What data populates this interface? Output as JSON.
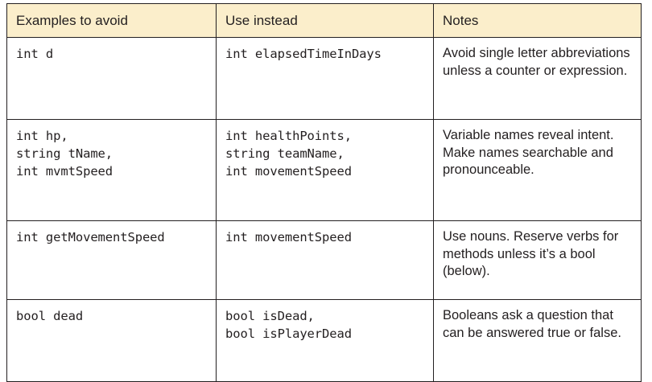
{
  "table": {
    "name": "naming-conventions-guideline-table",
    "header_background": "#fbeecb",
    "border_color": "#231f20",
    "text_color": "#231f20",
    "columns": [
      {
        "key": "avoid",
        "label": "Examples to avoid"
      },
      {
        "key": "use",
        "label": "Use instead"
      },
      {
        "key": "notes",
        "label": "Notes"
      }
    ],
    "rows": [
      {
        "avoid": "int d",
        "use": "int elapsedTimeInDays",
        "notes": "Avoid single letter abbreviations unless a counter or expression."
      },
      {
        "avoid": "int hp,\nstring tName,\nint mvmtSpeed",
        "use": "int healthPoints,\nstring teamName,\nint movementSpeed",
        "notes": "Variable names reveal intent. Make names searchable and pronounceable."
      },
      {
        "avoid": "int getMovementSpeed",
        "use": "int movementSpeed",
        "notes": "Use nouns. Reserve verbs for methods unless it’s a bool (below)."
      },
      {
        "avoid": "bool dead",
        "use": "bool isDead,\nbool isPlayerDead",
        "notes": "Booleans ask a question that can be answered true or false."
      }
    ]
  }
}
